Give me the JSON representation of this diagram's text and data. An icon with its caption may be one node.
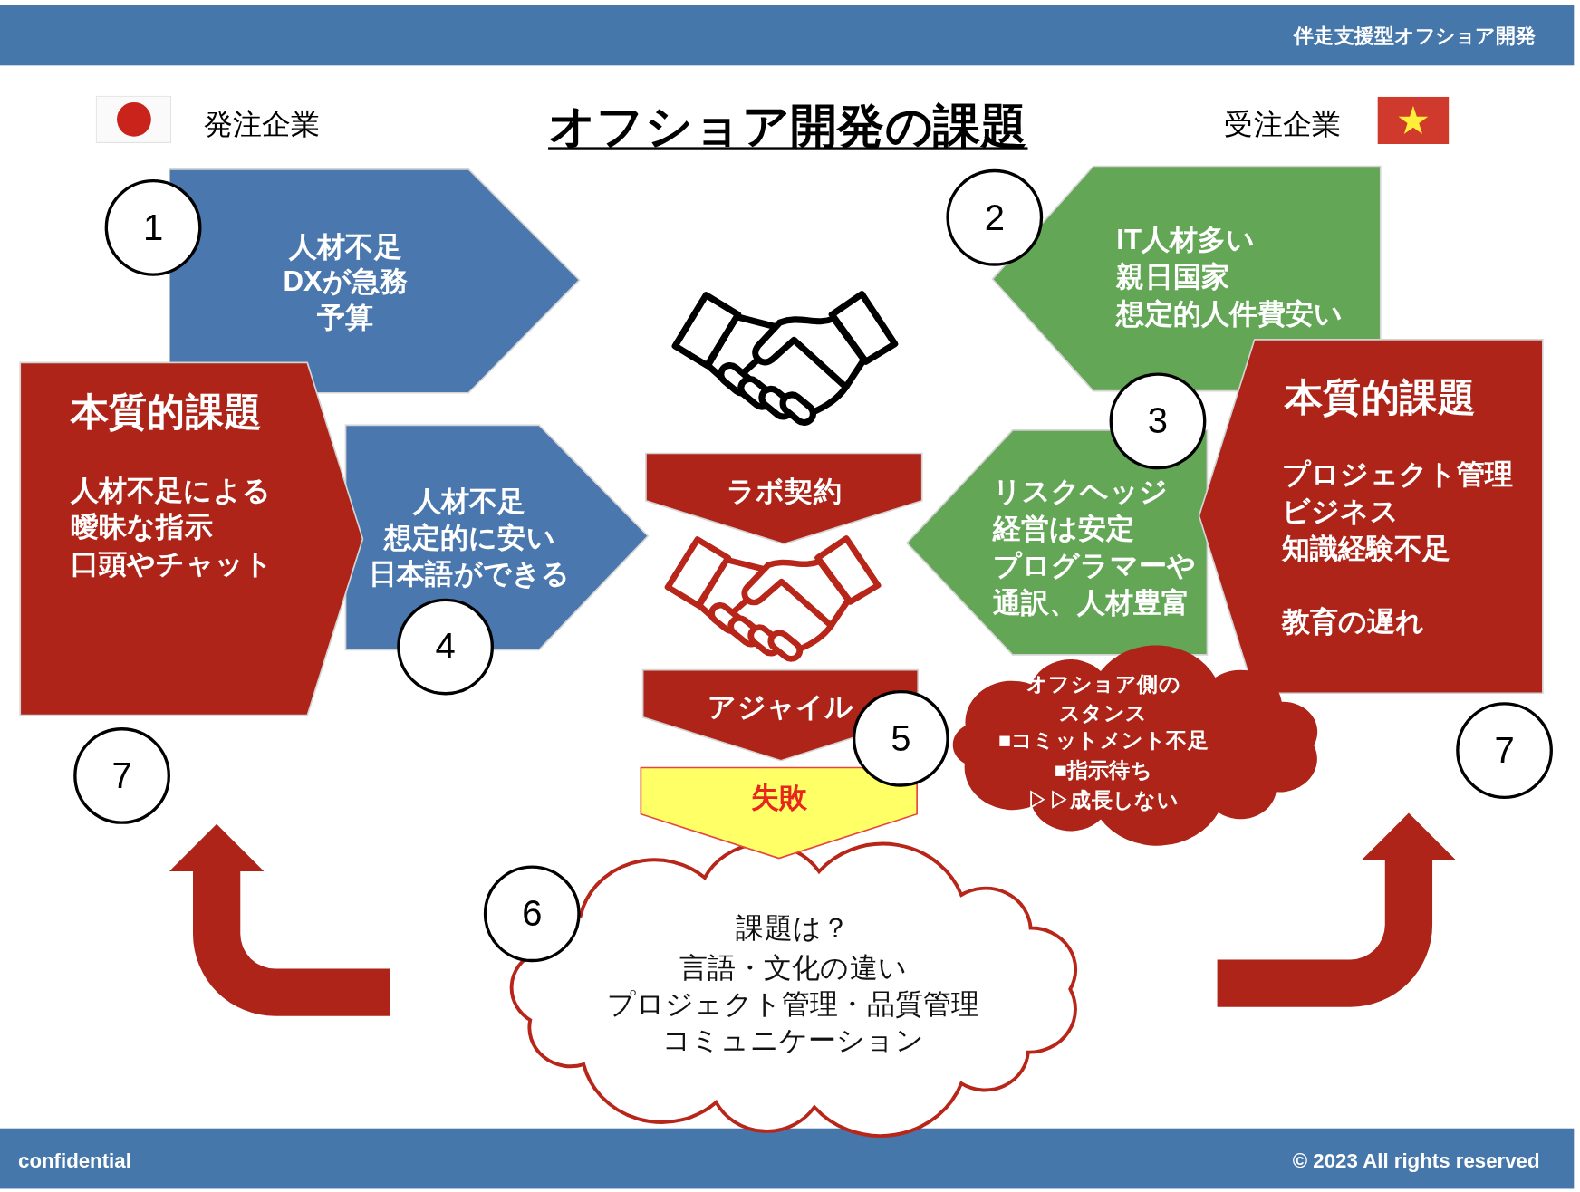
{
  "diagram": {
    "title": "オフショア開発の課題",
    "nodes": [
      {
        "text": [
          "伴走支援型オフショア開発"
        ]
      },
      {
        "text": [
          "1"
        ]
      },
      {
        "text": [
          "人材不足",
          "DXが急務",
          "予算"
        ]
      },
      {
        "text": [
          "2"
        ]
      },
      {
        "text": [
          "IT人材多い",
          "親日国家",
          "想定的人件費安い"
        ]
      },
      {
        "text": [
          "本質的課題",
          "人材不足による",
          "曖昧な指示",
          "口頭やチャット"
        ]
      },
      {
        "text": [
          "人材不足",
          "想定的に安い",
          "日本語ができる"
        ]
      },
      {
        "text": [
          "ラボ契約"
        ]
      },
      {
        "text": [
          "3"
        ]
      },
      {
        "text": [
          "リスクヘッジ",
          "経営は安定",
          "プログラマーや通訳、人材豊富"
        ]
      },
      {
        "text": [
          "本質的課題",
          "プロジェクト管理",
          "ビジネス",
          "知識経験不足",
          "教育の遅れ"
        ]
      },
      {
        "text": [
          "4"
        ]
      },
      {
        "text": [
          "アジャイル"
        ]
      },
      {
        "text": [
          "5"
        ]
      },
      {
        "text": [
          "オフショア側のスタンス",
          "■コミットメント不足",
          "■指示待ち",
          "▷▷成長しない"
        ]
      },
      {
        "text": [
          "7"
        ]
      },
      {
        "text": [
          "7"
        ]
      },
      {
        "text": [
          "失敗"
        ]
      },
      {
        "text": [
          "6"
        ]
      },
      {
        "text": [
          "課題は？",
          "言語・文化の違い",
          "プロジェクト管理・品質管理",
          "コミュニケーション"
        ]
      },
      {
        "text": [
          "confidential",
          "© 2023 All rights reserved"
        ]
      }
    ],
    "edges": [
      {
        "from": null,
        "to": 15,
        "arrow": "to",
        "style": "thick"
      },
      {
        "from": null,
        "to": 16,
        "arrow": "to",
        "style": "thick"
      }
    ],
    "labels": [
      "発注企業",
      "受注企業"
    ]
  }
}
